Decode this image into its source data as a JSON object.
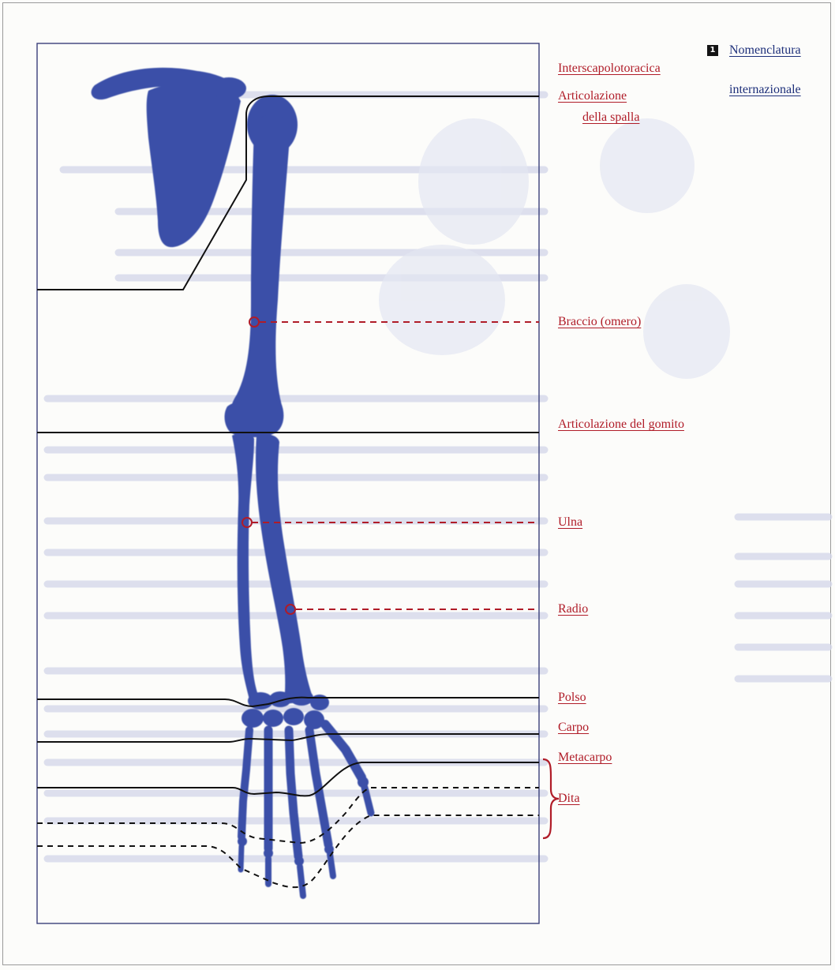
{
  "colors": {
    "bone": "#3a4fa8",
    "bone_light": "#4a5fb8",
    "label_red": "#b01c28",
    "label_blue": "#1d2f7a",
    "ghost_text": "#c6cbe0",
    "frame": "#3a3f7a"
  },
  "labels": {
    "interscapolotoracica": "Interscapolotoracica",
    "spalla_line1": "Articolazione",
    "spalla_line2": "della spalla",
    "braccio": "Braccio (omero)",
    "gomito": "Articolazione del gomito",
    "ulna": "Ulna",
    "radio": "Radio",
    "polso": "Polso",
    "carpo": "Carpo",
    "metacarpo": "Metacarpo",
    "dita": "Dita"
  },
  "legend": {
    "number": "1",
    "line1": "Nomenclatura",
    "line2": "internazionale"
  }
}
